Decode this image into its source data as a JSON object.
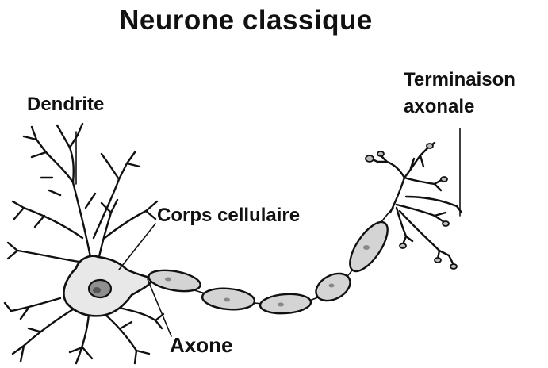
{
  "title": "Neurone classique",
  "labels": {
    "dendrite": "Dendrite",
    "axon_terminal_line1": "Terminaison",
    "axon_terminal_line2": "axonale",
    "cell_body": "Corps cellulaire",
    "axon": "Axone"
  },
  "colors": {
    "ink": "#111111",
    "myelin_fill": "#d4d4d4",
    "soma_fill": "#e8e8e8",
    "nucleus_fill": "#8f8f8f"
  }
}
